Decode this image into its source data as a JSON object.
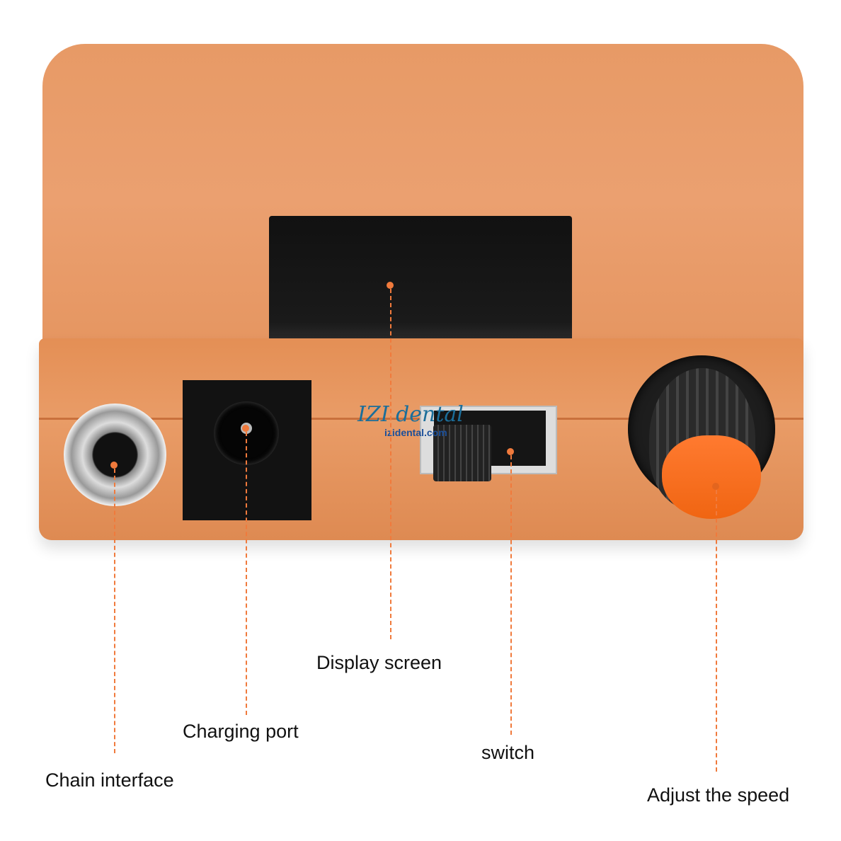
{
  "labels": {
    "display_screen": "Display screen",
    "charging_port": "Charging port",
    "switch": "switch",
    "chain_interface": "Chain interface",
    "adjust_speed": "Adjust the speed"
  },
  "watermark": {
    "logo": "IZI dental",
    "url": "izidental.com"
  },
  "colors": {
    "accent": "#f07a3c",
    "device": "#e99c67"
  }
}
